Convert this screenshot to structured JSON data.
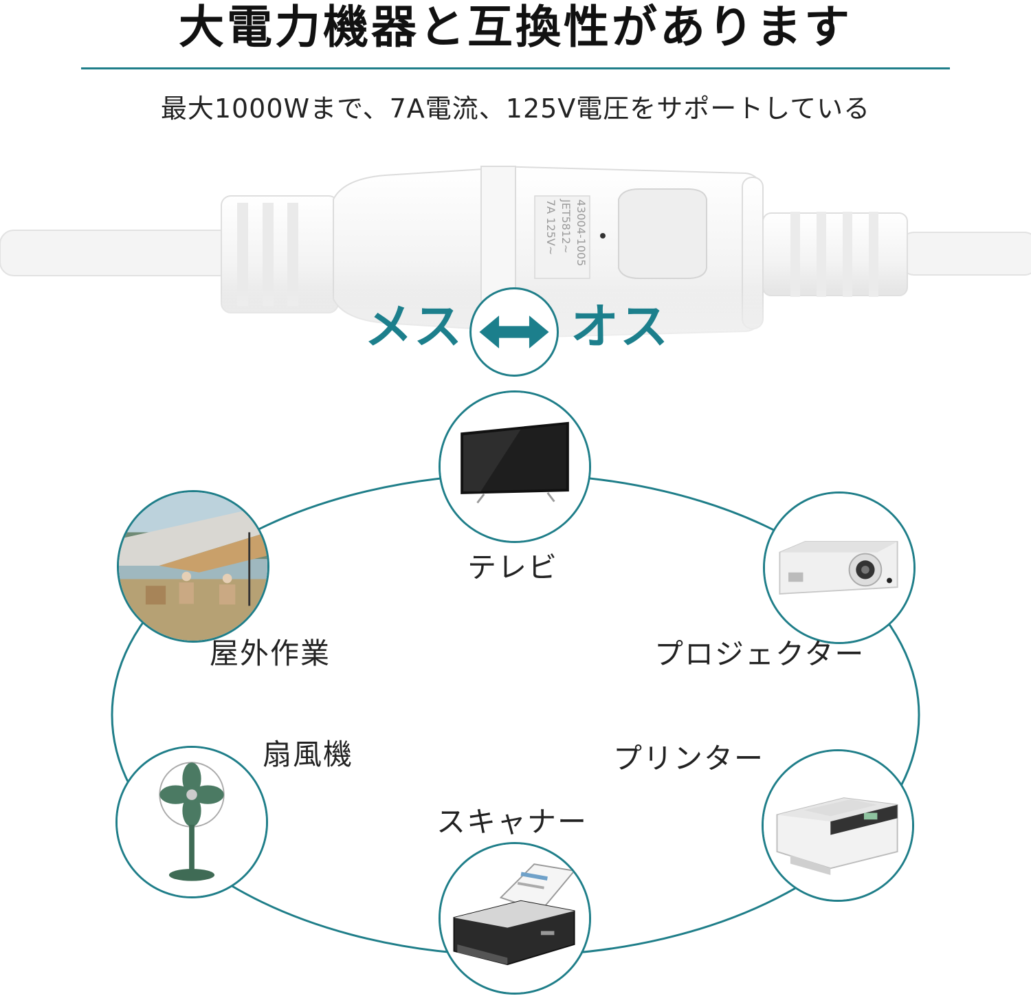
{
  "header": {
    "title": "大電力機器と互換性があります",
    "subtitle": "最大1000Wまで、7A電流、125V電圧をサポートしている"
  },
  "connector": {
    "female_label": "メス",
    "male_label": "オス",
    "rating_text": [
      "7A 125V~",
      "JET5812~",
      "43004-1005"
    ],
    "accent_color": "#1c7f8c"
  },
  "devices": [
    {
      "label": "テレビ",
      "icon": "tv-icon"
    },
    {
      "label": "屋外作業",
      "icon": "outdoor-tent-icon"
    },
    {
      "label": "プロジェクター",
      "icon": "projector-icon"
    },
    {
      "label": "扇風機",
      "icon": "fan-icon"
    },
    {
      "label": "プリンター",
      "icon": "printer-icon"
    },
    {
      "label": "スキャナー",
      "icon": "scanner-icon"
    }
  ]
}
